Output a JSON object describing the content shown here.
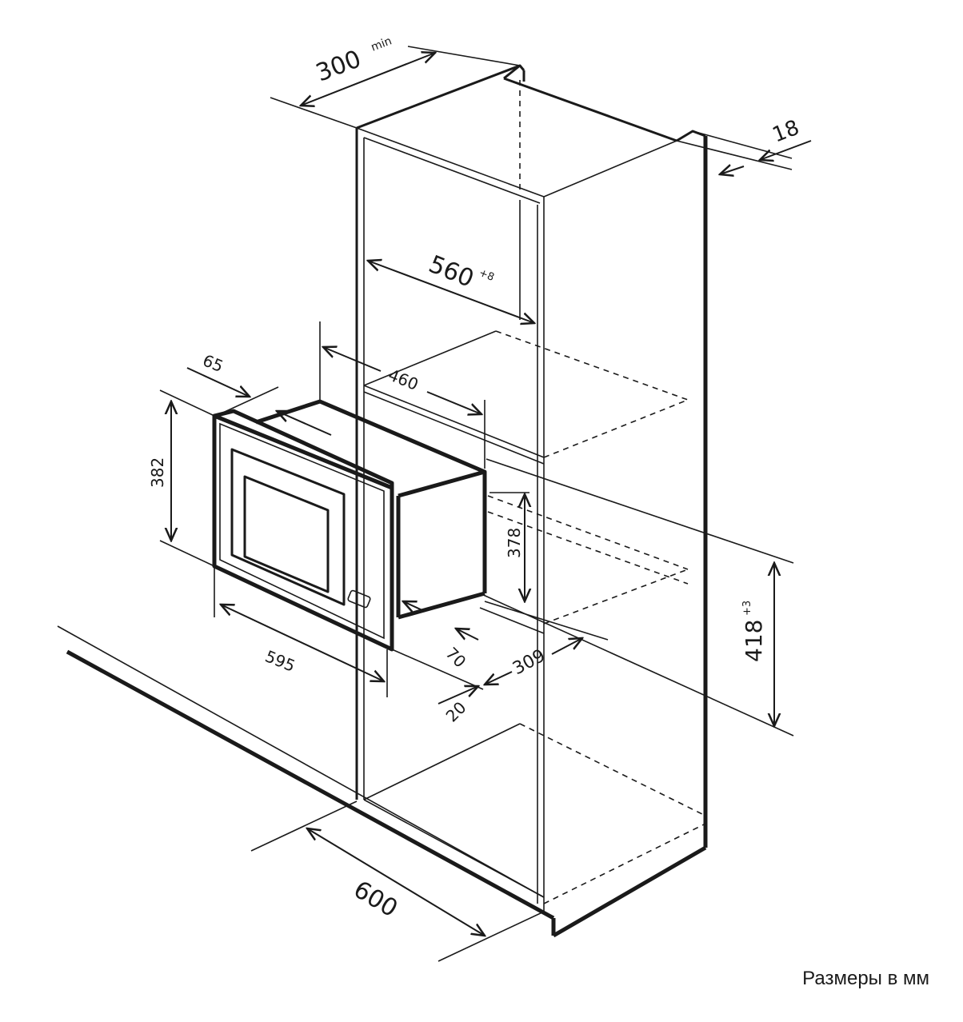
{
  "dimensions": {
    "top_depth": "300",
    "top_depth_suffix": "min",
    "panel_thickness": "18",
    "inner_width": "560",
    "inner_width_tol": "+8",
    "device_depth": "460",
    "frame_depth": "65",
    "device_height": "382",
    "body_height": "378",
    "niche_height": "418",
    "niche_height_tol": "+3",
    "device_width": "595",
    "rear_gap": "70",
    "niche_depth": "309",
    "bottom_gap": "20",
    "cabinet_depth": "600"
  },
  "caption": "Размеры в мм",
  "colors": {
    "line": "#1a1a1a",
    "background": "#ffffff"
  }
}
